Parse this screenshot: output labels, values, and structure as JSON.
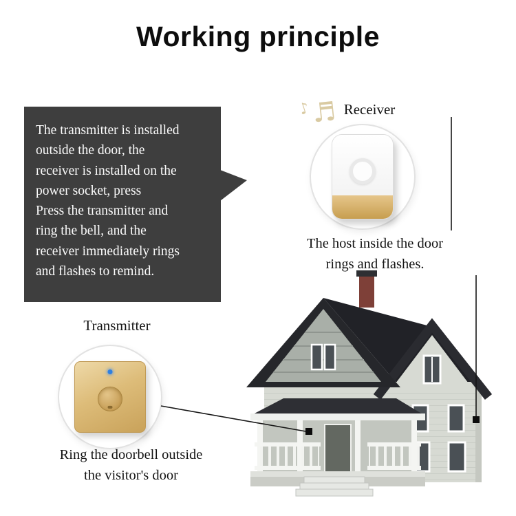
{
  "title": "Working principle",
  "bubble": {
    "text": "The transmitter is installed\noutside the door, the\nreceiver is installed on the\npower socket, press\nPress the transmitter and\nring the bell, and the\nreceiver immediately rings\nand flashes to remind."
  },
  "receiver": {
    "label": "Receiver",
    "notes_small": "♪",
    "notes_large": "♬",
    "caption": "The host inside the door\nrings and flashes."
  },
  "transmitter": {
    "label": "Transmitter",
    "caption": "Ring the doorbell outside\nthe visitor's door"
  },
  "colors": {
    "bubble_bg": "#3e3e3e",
    "device_gold": "#d4ac62",
    "led_blue": "#2f80e0",
    "roof_dark": "#26272b",
    "wall_light": "#d7dad3",
    "connector_line": "#161616",
    "notes_tan": "#d9caa2"
  }
}
